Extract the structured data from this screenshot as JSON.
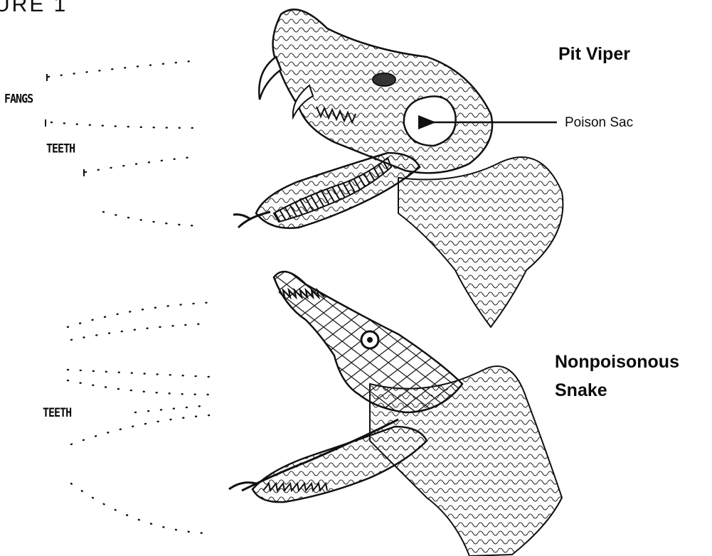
{
  "figure_label": "URE 1",
  "pit_viper": {
    "title": "Pit Viper",
    "poison_sac_label": "Poison Sac",
    "fangs_label": "FANGS",
    "teeth_label": "TEETH"
  },
  "nonpoisonous": {
    "title_line1": "Nonpoisonous",
    "title_line2": "Snake",
    "teeth_label": "TEETH"
  }
}
